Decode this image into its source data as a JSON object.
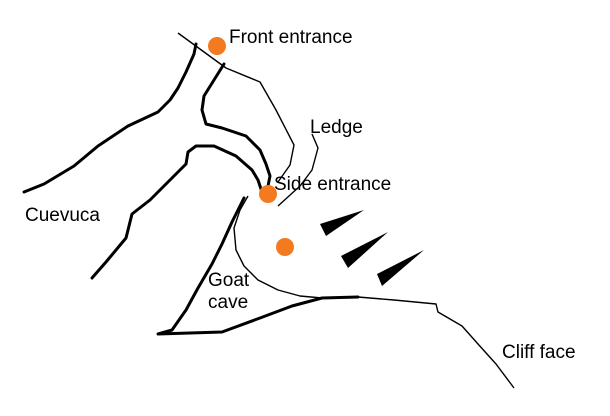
{
  "labels": {
    "front_entrance": "Front entrance",
    "ledge": "Ledge",
    "side_entrance": "Side entrance",
    "cuevuca": "Cuevuca",
    "goat_cave_line1": "Goat",
    "goat_cave_line2": "cave",
    "cliff_face": "Cliff face"
  },
  "colors": {
    "marker": "#F47A20",
    "line": "#000000",
    "wedge": "#000000",
    "background": "#FFFFFF"
  }
}
